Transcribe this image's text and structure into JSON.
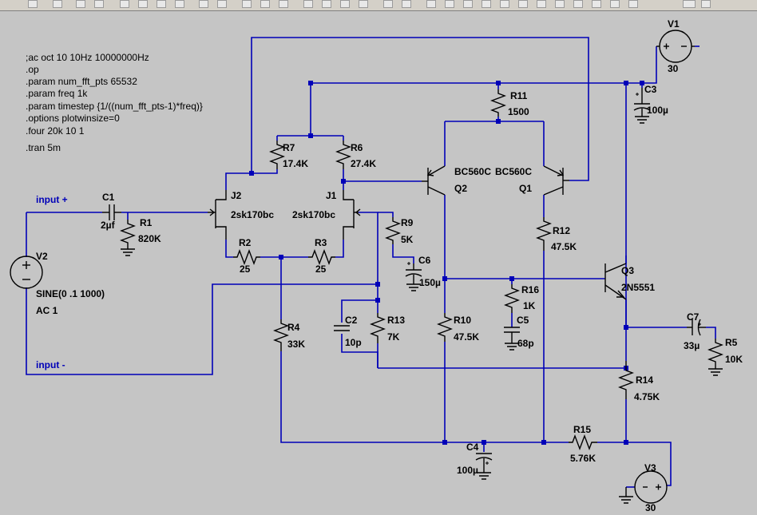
{
  "directives": [
    ";ac oct 10 10Hz 10000000Hz",
    ".op",
    ".param num_fft_pts 65532",
    ".param freq 1k",
    ".param timestep {1/((num_fft_pts-1)*freq)}",
    ".options plotwinsize=0",
    ".four 20k 10 1",
    ".tran 5m"
  ],
  "ports": {
    "input_plus": "input +",
    "input_minus": "input -"
  },
  "sources": {
    "V1": {
      "name": "V1",
      "value": "30"
    },
    "V2": {
      "name": "V2",
      "value": "SINE(0 .1 1000)",
      "ac": "AC 1"
    },
    "V3": {
      "name": "V3",
      "value": "30"
    }
  },
  "components": {
    "C1": {
      "name": "C1",
      "value": "2µf"
    },
    "R1": {
      "name": "R1",
      "value": "820K"
    },
    "J2": {
      "name": "J2",
      "value": "2sk170bc"
    },
    "J1": {
      "name": "J1",
      "value": "2sk170bc"
    },
    "R7": {
      "name": "R7",
      "value": "17.4K"
    },
    "R6": {
      "name": "R6",
      "value": "27.4K"
    },
    "R2": {
      "name": "R2",
      "value": "25"
    },
    "R3": {
      "name": "R3",
      "value": "25"
    },
    "R4": {
      "name": "R4",
      "value": "33K"
    },
    "R9": {
      "name": "R9",
      "value": "5K"
    },
    "C6": {
      "name": "C6",
      "value": "150µ"
    },
    "C2": {
      "name": "C2",
      "value": "10p"
    },
    "R13": {
      "name": "R13",
      "value": "7K"
    },
    "R11": {
      "name": "R11",
      "value": "1500"
    },
    "Q2": {
      "name": "Q2",
      "value": "BC560C"
    },
    "Q1": {
      "name": "Q1",
      "value": "BC560C"
    },
    "R12": {
      "name": "R12",
      "value": "47.5K"
    },
    "R10": {
      "name": "R10",
      "value": "47.5K"
    },
    "R16": {
      "name": "R16",
      "value": "1K"
    },
    "C5": {
      "name": "C5",
      "value": "68p"
    },
    "Q3": {
      "name": "Q3",
      "value": "2N5551"
    },
    "C3": {
      "name": "C3",
      "value": "100µ"
    },
    "C7": {
      "name": "C7",
      "value": "33µ"
    },
    "R5": {
      "name": "R5",
      "value": "10K"
    },
    "R14": {
      "name": "R14",
      "value": "4.75K"
    },
    "R15": {
      "name": "R15",
      "value": "5.76K"
    },
    "C4": {
      "name": "C4",
      "value": "100µ"
    }
  },
  "colors": {
    "wire": "#0000b8",
    "background": "#c5c5c5",
    "component": "#000000"
  },
  "toolbar_icons": [
    "save-icon",
    "hammer-icon",
    "undo-icon",
    "hand-icon",
    "zoom-in-icon",
    "zoom-out-icon",
    "zoom-fit-icon",
    "zoom-cancel-icon",
    "tile-h-icon",
    "tile-v-icon",
    "cascade-icon",
    "window-icon",
    "cut-icon",
    "copy-icon",
    "paste-icon",
    "find-icon",
    "print-icon",
    "print-preview-icon",
    "wire-icon",
    "ground-icon",
    "label-icon",
    "resistor-icon",
    "capacitor-icon",
    "inductor-icon",
    "diode-icon",
    "component-icon",
    "move-icon",
    "drag-icon",
    "undo2-icon",
    "redo-icon",
    "text-icon",
    "spice-directive-icon"
  ]
}
